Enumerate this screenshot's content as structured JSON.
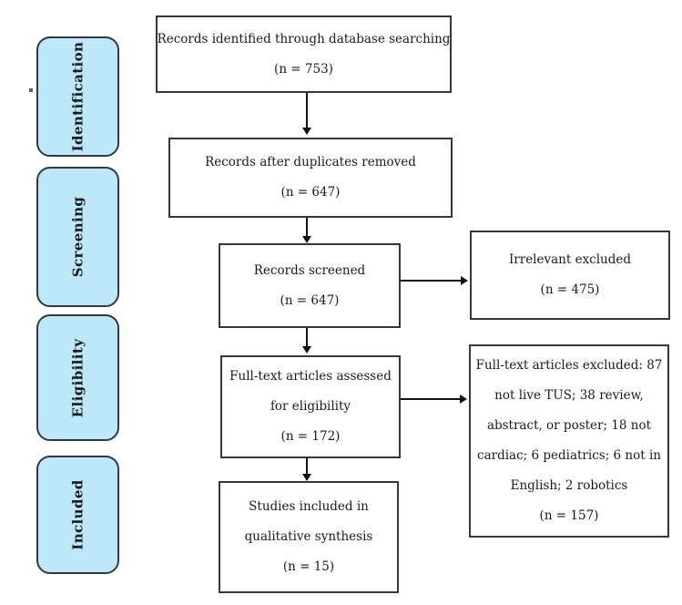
{
  "diagram": {
    "type": "prisma-flow",
    "stages": [
      {
        "label": "Identification"
      },
      {
        "label": "Screening"
      },
      {
        "label": "Eligibility"
      },
      {
        "label": "Included"
      }
    ],
    "boxes": {
      "identified": {
        "lines": [
          "Records identified through database searching",
          "(n = 753)"
        ]
      },
      "deduplicated": {
        "lines": [
          "Records after duplicates removed",
          "(n = 647)"
        ]
      },
      "screened": {
        "lines": [
          "Records screened",
          "(n = 647)"
        ]
      },
      "fulltext": {
        "lines": [
          "Full-text articles assessed",
          "for eligibility",
          "(n = 172)"
        ]
      },
      "included": {
        "lines": [
          "Studies included in",
          "qualitative synthesis",
          "(n = 15)"
        ]
      },
      "irrelevant": {
        "lines": [
          "Irrelevant excluded",
          "(n = 475)"
        ]
      },
      "excluded": {
        "lines": [
          "Full-text articles excluded: 87",
          "not live TUS; 38 review,",
          "abstract, or poster; 18 not",
          "cardiac; 6 pediatrics; 6 not in",
          "English; 2 robotics",
          "(n = 157)"
        ]
      }
    },
    "colors": {
      "stage_fill": "#BEE8FA",
      "box_border": "#33383D",
      "arrow": "#111111",
      "text": "#1A1A1A"
    }
  }
}
